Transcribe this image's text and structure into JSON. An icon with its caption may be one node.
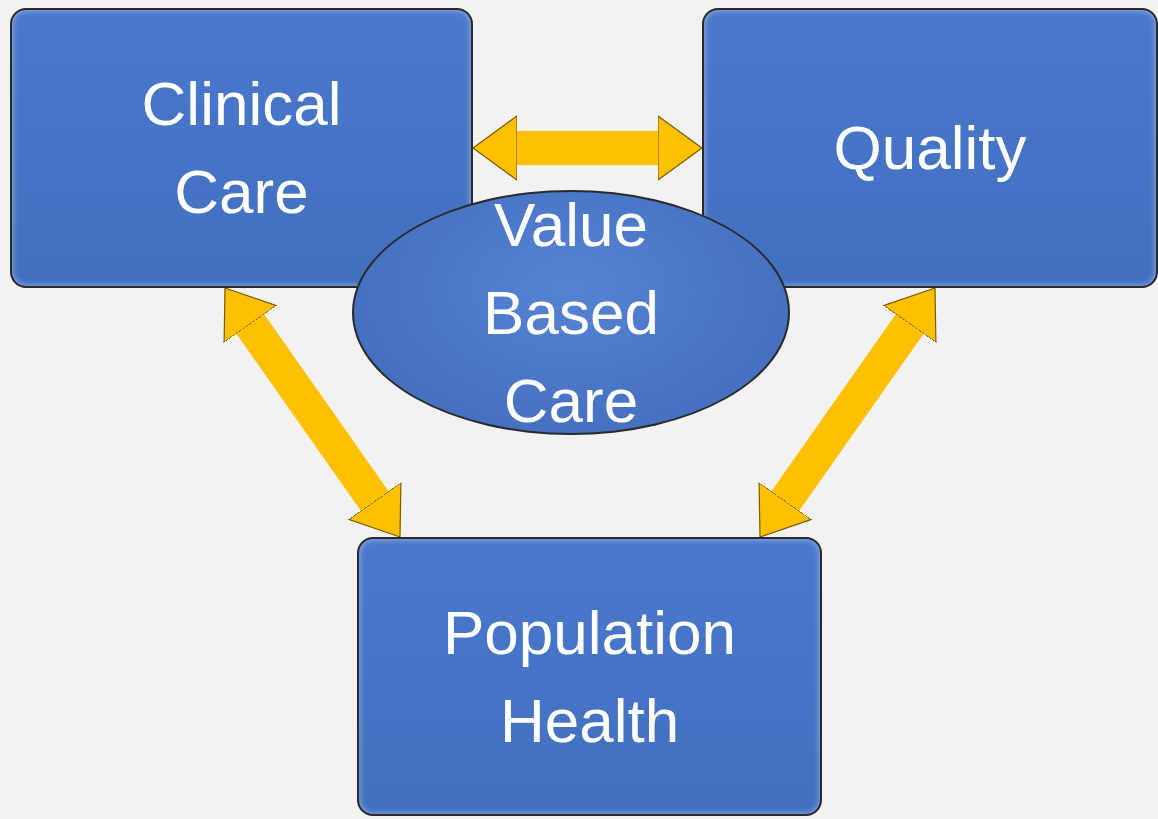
{
  "diagram": {
    "nodes": [
      {
        "text": [
          "Clinical Care"
        ]
      },
      {
        "text": [
          "Quality"
        ]
      },
      {
        "text": [
          "Value Based Care"
        ]
      },
      {
        "text": [
          "Population Health"
        ]
      }
    ],
    "edges": [
      {
        "from": 0,
        "to": 1,
        "arrow": "both"
      },
      {
        "from": 0,
        "to": 3,
        "arrow": "both"
      },
      {
        "from": 1,
        "to": 3,
        "arrow": "both"
      }
    ]
  }
}
